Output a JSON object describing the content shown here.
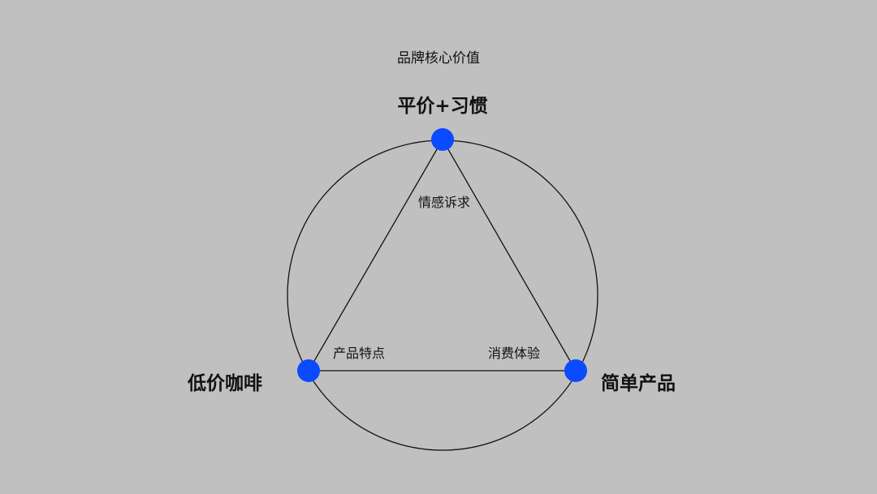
{
  "title": "品牌核心价值",
  "vertices": {
    "top": "平价+习惯",
    "left": "低价咖啡",
    "right": "简单产品"
  },
  "edges": {
    "top": "情感诉求",
    "left": "产品特点",
    "right": "消费体验"
  },
  "colors": {
    "background": "#c0c0c0",
    "node": "#0a4bff",
    "line": "#111111"
  }
}
